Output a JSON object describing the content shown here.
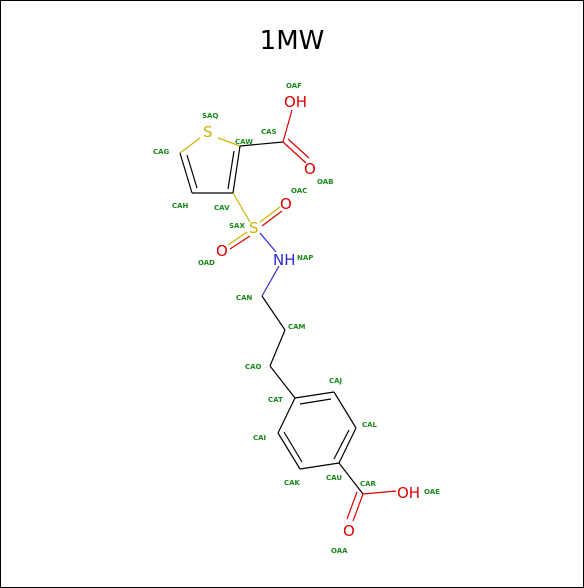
{
  "title": "1MW",
  "colors": {
    "oxygen": "#e00000",
    "sulfur": "#c8b400",
    "nitrogen": "#2a2ad0",
    "carbon_bond": "#000000",
    "atom_label": "#1a8a1a"
  },
  "elements": {
    "oh_top": "OH",
    "o_carbonyl_top": "O",
    "s_ring": "S",
    "s_sulfonyl": "S",
    "o_sulfonyl_upper": "O",
    "o_sulfonyl_lower": "O",
    "nh": "NH",
    "oh_bottom": "OH",
    "o_carbonyl_bottom": "O"
  },
  "atom_labels": {
    "OAF": "OAF",
    "CAS": "CAS",
    "SAQ": "SAQ",
    "CAW": "CAW",
    "CAG": "CAG",
    "OAB": "OAB",
    "OAC": "OAC",
    "CAH": "CAH",
    "CAV": "CAV",
    "SAX": "SAX",
    "OAD": "OAD",
    "NAP": "NAP",
    "CAN": "CAN",
    "CAM": "CAM",
    "CAO": "CAO",
    "CAJ": "CAJ",
    "CAT": "CAT",
    "CAL": "CAL",
    "CAI": "CAI",
    "CAK": "CAK",
    "CAU": "CAU",
    "CAR": "CAR",
    "OAE": "OAE",
    "OAA": "OAA"
  }
}
